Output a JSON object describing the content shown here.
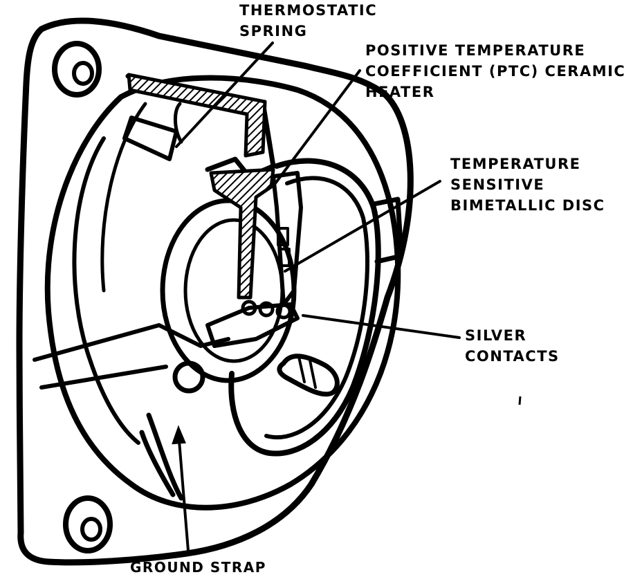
{
  "labels": {
    "thermostatic_spring": [
      "THERMOSTATIC",
      "SPRING"
    ],
    "ptc_heater": [
      "POSITIVE TEMPERATURE",
      "COEFFICIENT (PTC) CERAMIC",
      "HEATER"
    ],
    "bimetallic_disc": [
      "TEMPERATURE",
      "SENSITIVE",
      "BIMETALLIC DISC"
    ],
    "silver_contacts": [
      "SILVER",
      "CONTACTS"
    ],
    "ground_strap": [
      "GROUND STRAP"
    ]
  },
  "colors": {
    "ink": "#000000",
    "paper": "#ffffff"
  }
}
